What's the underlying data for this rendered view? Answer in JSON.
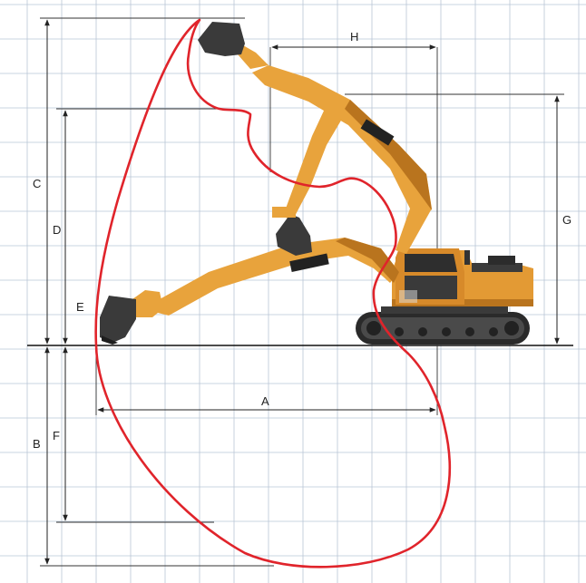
{
  "diagram": {
    "labels": {
      "A": "A",
      "B": "B",
      "C": "C",
      "D": "D",
      "E": "E",
      "F": "F",
      "G": "G",
      "H": "H"
    },
    "colors": {
      "grid": "#b9c6d6",
      "dimension_line": "#222222",
      "ground_line": "#111111",
      "envelope": "#e0242b",
      "boom_yellow": "#e8a33c",
      "boom_shadow": "#b9741e",
      "cab_body": "#e39a34",
      "track": "#2a2a2a",
      "bucket": "#3a3a3a"
    },
    "icons": {
      "excavator": "excavator-illustration"
    }
  }
}
